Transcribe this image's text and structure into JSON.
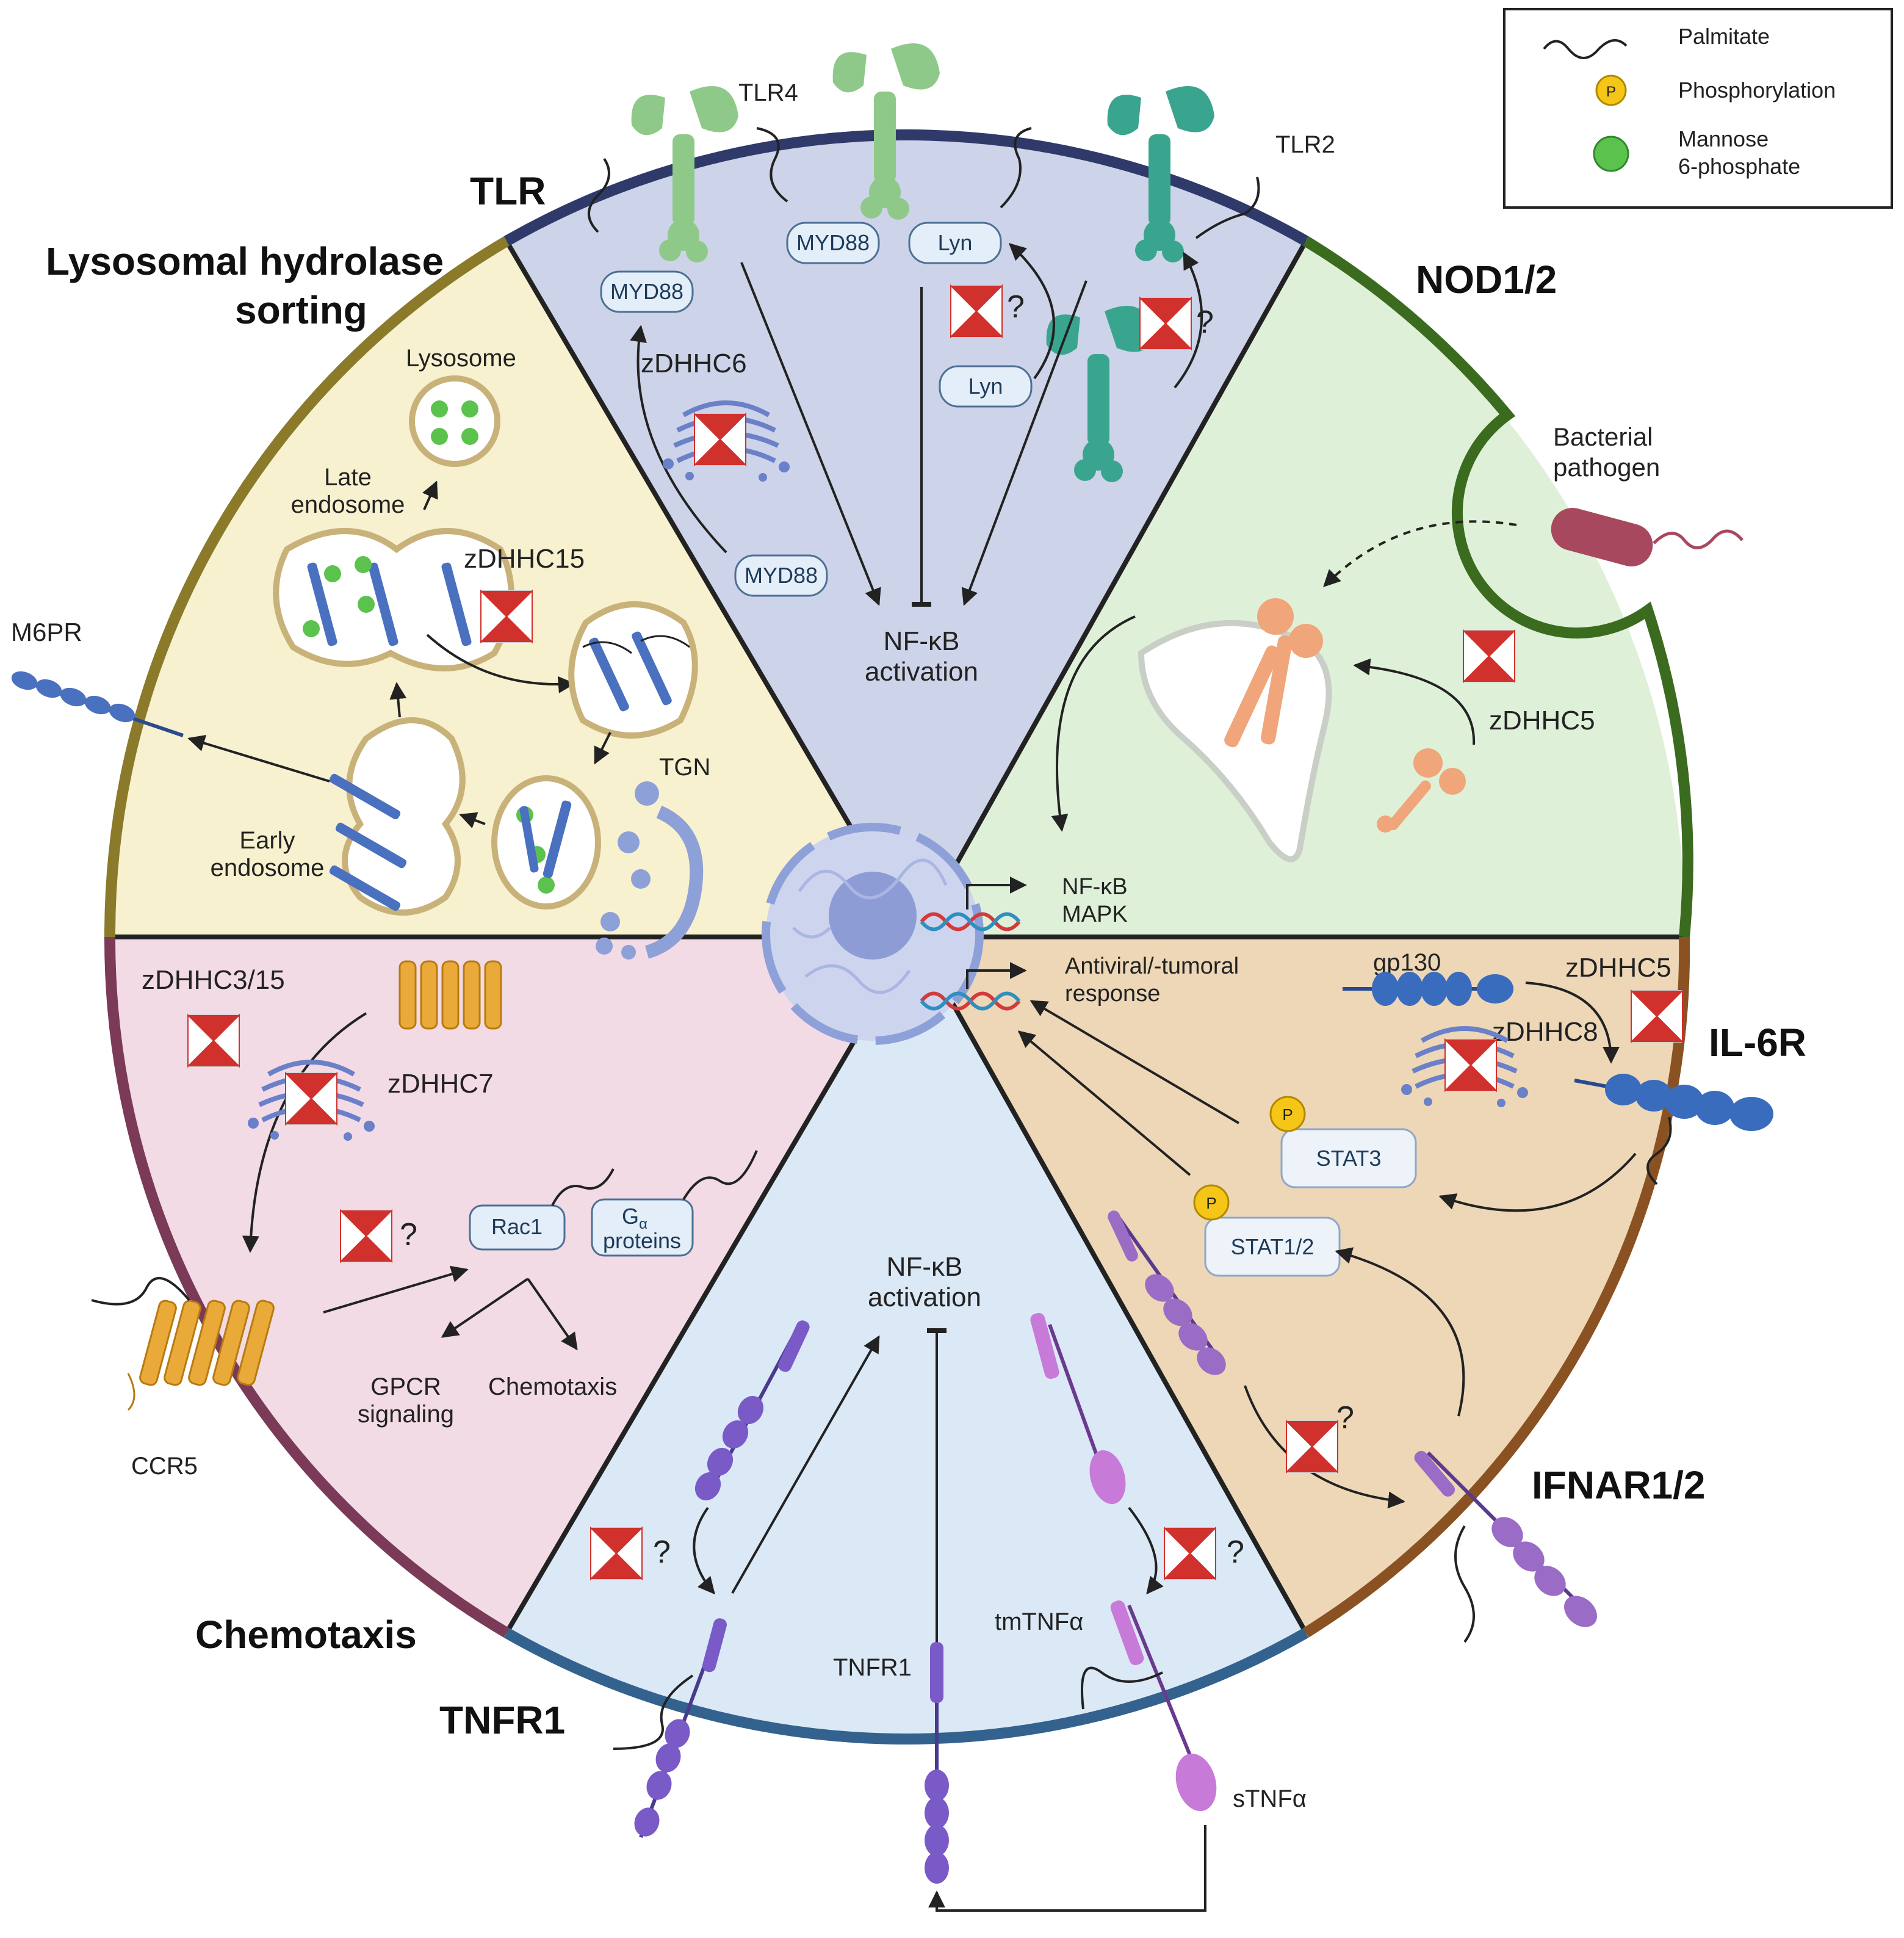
{
  "legend": {
    "palmitate": "Palmitate",
    "phosphorylation": "Phosphorylation",
    "p_symbol": "P",
    "mannose_line1": "Mannose",
    "mannose_line2": "6-phosphate"
  },
  "sections": {
    "tlr": "TLR",
    "nod": "NOD1/2",
    "lysosomal_line1": "Lysosomal hydrolase",
    "lysosomal_line2": "sorting",
    "il6r": "IL-6R",
    "ifnar": "IFNAR1/2",
    "tnfr1": "TNFR1",
    "chemotaxis": "Chemotaxis"
  },
  "tlr_panel": {
    "tlr4": "TLR4",
    "tlr2": "TLR2",
    "myd88_a": "MYD88",
    "myd88_b": "MYD88",
    "myd88_c": "MYD88",
    "lyn_a": "Lyn",
    "lyn_b": "Lyn",
    "enzyme": "zDHHC6",
    "q1": "?",
    "q2": "?",
    "nfkb_line1": "NF-κB",
    "nfkb_line2": "activation"
  },
  "nod_panel": {
    "pathogen_line1": "Bacterial",
    "pathogen_line2": "pathogen",
    "enzyme": "zDHHC5"
  },
  "lyso_panel": {
    "lysosome": "Lysosome",
    "late_line1": "Late",
    "late_line2": "endosome",
    "enzyme": "zDHHC15",
    "m6pr": "M6PR",
    "tgn": "TGN",
    "early_line1": "Early",
    "early_line2": "endosome"
  },
  "nucleus": {
    "nfkb": "NF-κB",
    "mapk": "MAPK",
    "antiviral_line1": "Antiviral/-tumoral",
    "antiviral_line2": "response"
  },
  "il6_panel": {
    "gp130": "gp130",
    "enzyme_a": "zDHHC5",
    "enzyme_b": "zDHHC8",
    "stat3": "STAT3",
    "stat12": "STAT1/2",
    "p_a": "P",
    "p_b": "P",
    "q": "?"
  },
  "chemo_panel": {
    "enzyme_a": "zDHHC3/15",
    "enzyme_b": "zDHHC7",
    "q": "?",
    "rac1": "Rac1",
    "galpha_main": "G",
    "galpha_sub": "α",
    "galpha_line2": "proteins",
    "gpcr_line1": "GPCR",
    "gpcr_line2": "signaling",
    "chemotaxis": "Chemotaxis",
    "ccr5": "CCR5"
  },
  "tnf_panel": {
    "nfkb_line1": "NF-κB",
    "nfkb_line2": "activation",
    "tnfr1": "TNFR1",
    "tmtnfa": "tmTNFα",
    "stnfa": "sTNFα",
    "q1": "?",
    "q2": "?"
  },
  "colors": {
    "tlr_bg": "#cdd3e8",
    "nod_bg": "#dff0d8",
    "lyso_bg": "#f7f1cf",
    "il6_bg": "#edd7b7",
    "tnf_bg": "#dbe8f6",
    "chemo_bg": "#f2dbe5",
    "tlr_border": "#2f3a6b",
    "nod_border": "#3b6b1f",
    "lyso_border": "#8a7a2a",
    "il6_border": "#8a5222",
    "tnf_border": "#34628e",
    "chemo_border": "#7a3a58",
    "enzyme_red": "#d0312d",
    "mannose_green": "#5cc24e",
    "p_yellow": "#f5c518"
  }
}
